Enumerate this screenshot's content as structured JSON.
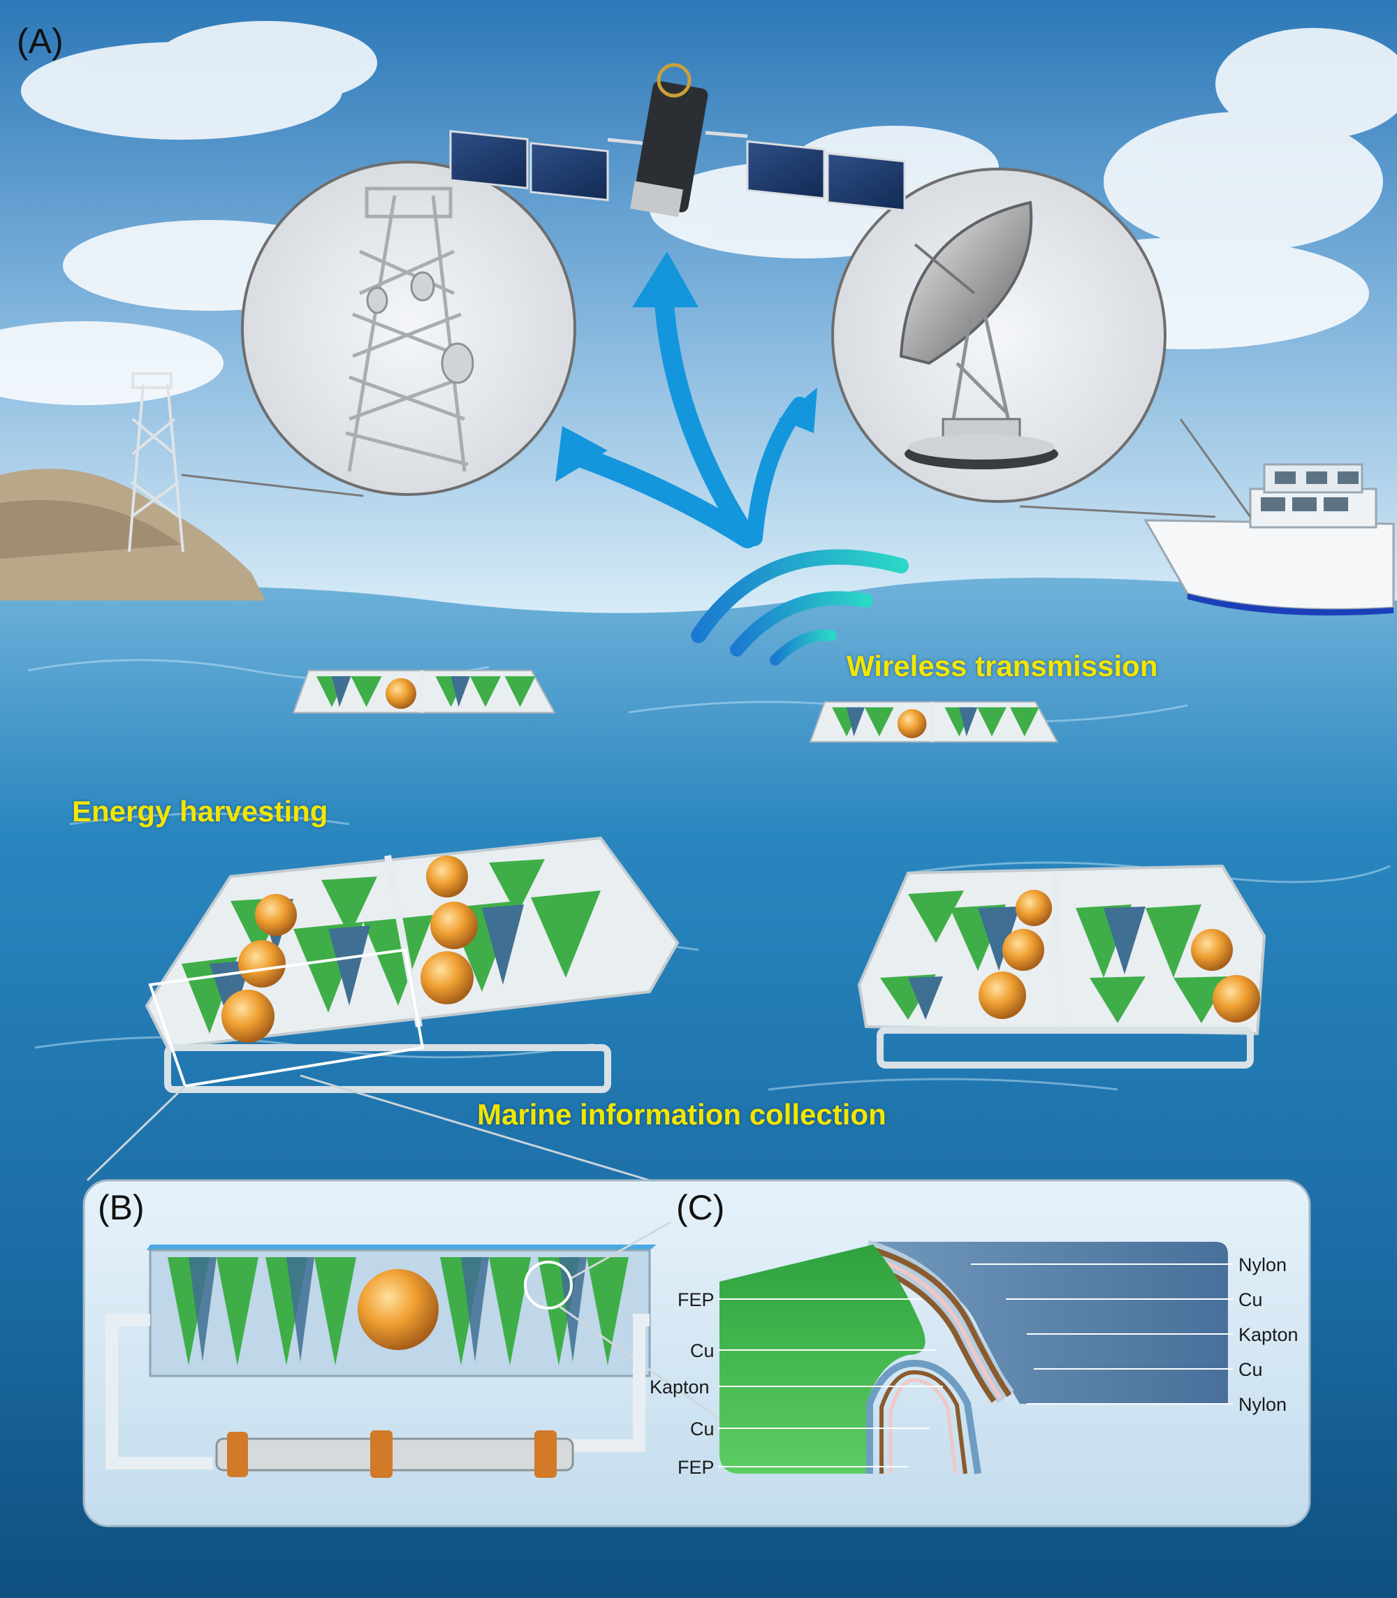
{
  "panels": {
    "a": "(A)",
    "b": "(B)",
    "c": "(C)"
  },
  "captions": {
    "wireless": "Wireless transmission",
    "energy": "Energy harvesting",
    "marine": "Marine information collection"
  },
  "layers": {
    "left": [
      "FEP",
      "Cu",
      "Kapton",
      "Cu",
      "FEP"
    ],
    "right": [
      "Nylon",
      "Cu",
      "Kapton",
      "Cu",
      "Nylon"
    ]
  },
  "colors": {
    "sky_top": "#2f7fbf",
    "sea": "#1a6fa6",
    "arrow": "#1496dc",
    "caption": "#f2e600",
    "fep_green": "#3cb44a",
    "nylon_blue": "#5d88ad",
    "copper": "#e0923a",
    "ball_orange": "#f0a032"
  }
}
